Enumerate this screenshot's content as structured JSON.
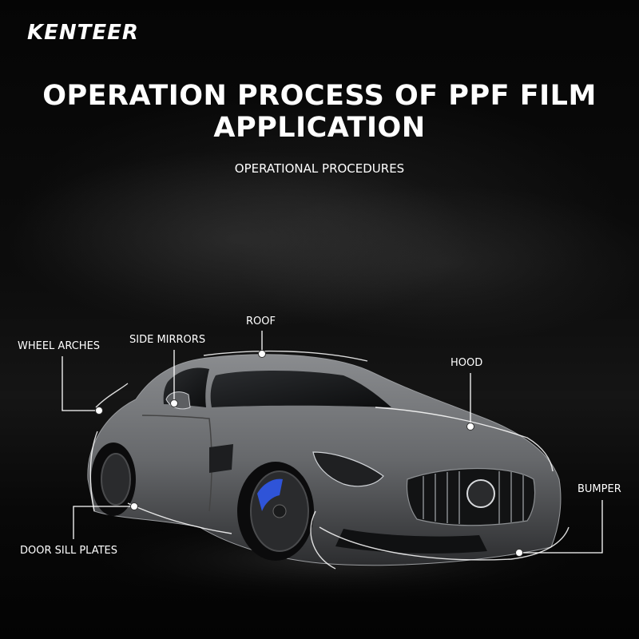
{
  "brand": {
    "logo_text": "KENTEER"
  },
  "header": {
    "title_line1": "OPERATION PROCESS OF PPF FILM",
    "title_line2": "APPLICATION",
    "subtitle": "OPERATIONAL PROCEDURES"
  },
  "callouts": {
    "wheel_arches": "WHEEL ARCHES",
    "side_mirrors": "SIDE MIRRORS",
    "roof": "ROOF",
    "hood": "HOOD",
    "bumper": "BUMPER",
    "door_sill_plates": "DOOR SILL PLATES"
  },
  "colors": {
    "background": "#000000",
    "text": "#ffffff",
    "car_body": "#6f7173",
    "brake_caliper": "#2f54d8",
    "film_outline": "#ffffff"
  }
}
